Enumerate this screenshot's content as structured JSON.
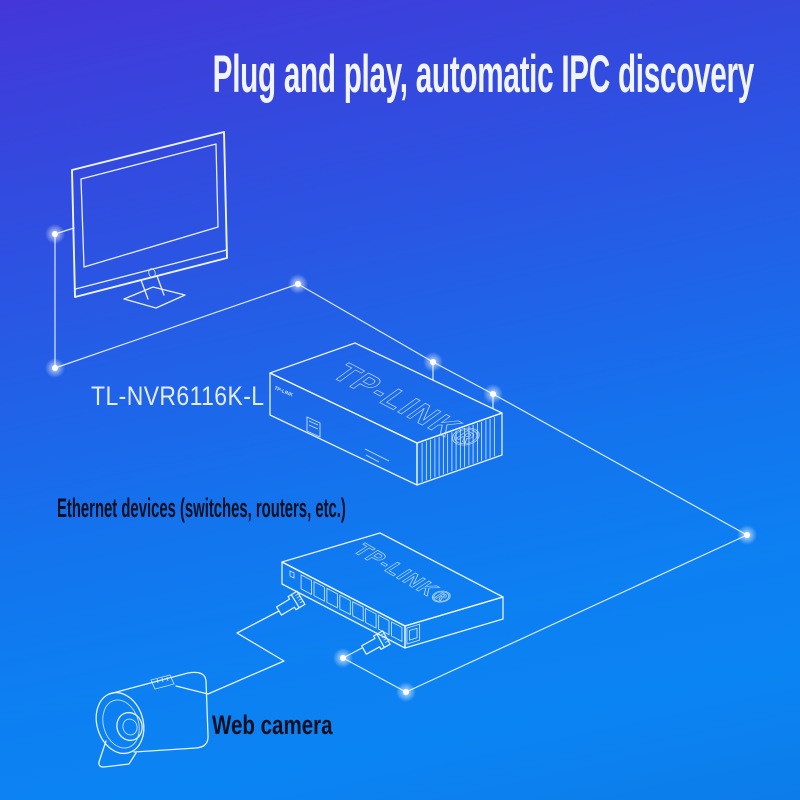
{
  "title": "Plug and play, automatic IPC discovery",
  "labels": {
    "nvr_model": "TL-NVR6116K-L",
    "ethernet_devices": "Ethernet devices (switches, routers, etc.)",
    "web_camera": "Web camera"
  },
  "brand": {
    "display": "TP-LINK®",
    "front_small": "TP-LINK"
  },
  "devices": [
    "monitor",
    "nvr-recorder",
    "ethernet-switch",
    "web-camera"
  ],
  "colors": {
    "background_top": "#4436d9",
    "background_bottom": "#0c7ce9",
    "accent_line": "#e9f3ff",
    "screen_blue": "#1f8ef7",
    "title_text": "#f2f4fb",
    "dark_text": "#0c1022"
  }
}
